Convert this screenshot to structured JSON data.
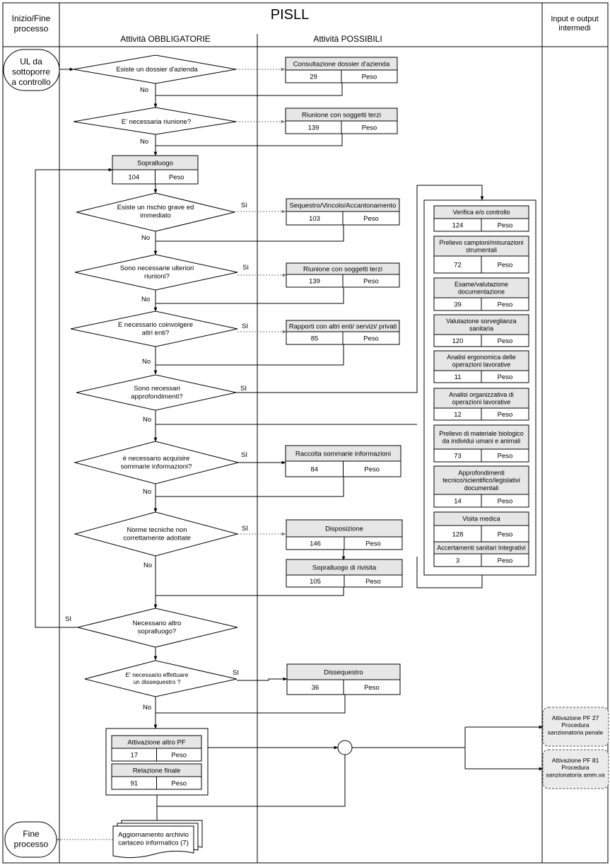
{
  "header": {
    "col_start": [
      "Inizio/Fine",
      "processo"
    ],
    "title": "PISLL",
    "col_mandatory": "Attività OBBLIGATORIE",
    "col_possible": "Attività POSSIBILI",
    "col_io": [
      "Input e output",
      "intermedi"
    ]
  },
  "terminals": {
    "start": [
      "UL da",
      "sottoporre",
      "a controllo"
    ],
    "end": [
      "Fine",
      "processo"
    ]
  },
  "decisions": {
    "d1": [
      "Esiste un dossier d'azienda"
    ],
    "d2": [
      "E' necessaria riunione?"
    ],
    "d3": [
      "Esiste un rischio grave ed",
      "immediato"
    ],
    "d4": [
      "Sono necessarie ulteriori",
      "riunioni?"
    ],
    "d5": [
      "E necessario coinvolgere",
      "altri enti?"
    ],
    "d6": [
      "Sono necessari",
      "approfondimenti?"
    ],
    "d7": [
      "è necessario acquisire",
      "sommarie informazioni?"
    ],
    "d8": [
      "Norme tecniche non",
      "correttamente adottate"
    ],
    "d9": [
      "Necessario altro",
      "sopralluogo?"
    ],
    "d10": [
      "E' necessario  effettuare",
      "un dissequestro ?"
    ]
  },
  "boxes": {
    "b1": {
      "title": [
        "Consultazione dossier d'azienda"
      ],
      "num": "29",
      "peso": "Peso"
    },
    "b2": {
      "title": [
        "Riunione con soggetti terzi"
      ],
      "num": "139",
      "peso": "Peso"
    },
    "b3": {
      "title": [
        "Sopralluogo"
      ],
      "num": "104",
      "peso": "Peso"
    },
    "b4": {
      "title": [
        "Sequestro/Vincolo/Accantonamento"
      ],
      "num": "103",
      "peso": "Peso"
    },
    "b5": {
      "title": [
        "Riunione con soggetti terzi"
      ],
      "num": "139",
      "peso": "Peso"
    },
    "b6": {
      "title": [
        "Rapporti con altri enti/ servizi/ privati"
      ],
      "num": "85",
      "peso": "Peso"
    },
    "b7": {
      "title": [
        "Raccolta sommarie informazioni"
      ],
      "num": "84",
      "peso": "Peso"
    },
    "b8": {
      "title": [
        "Disposizione"
      ],
      "num": "146",
      "peso": "Peso"
    },
    "b9": {
      "title": [
        "Sopralluogo di rivisita"
      ],
      "num": "105",
      "peso": "Peso"
    },
    "b10": {
      "title": [
        "Dissequestro"
      ],
      "num": "36",
      "peso": "Peso"
    },
    "b11": {
      "title": [
        "Attivazione altro PF"
      ],
      "num": "17",
      "peso": "Peso"
    },
    "b12": {
      "title": [
        "Relazione finale"
      ],
      "num": "91",
      "peso": "Peso"
    },
    "g1": {
      "title": [
        "Verifica e/o controllo"
      ],
      "num": "124",
      "peso": "Peso"
    },
    "g2": {
      "title": [
        "Prelievo campioni/misurazioni",
        "strumentali"
      ],
      "num": "72",
      "peso": "Peso"
    },
    "g3": {
      "title": [
        "Esame/valutazione",
        "documentazione"
      ],
      "num": "39",
      "peso": "Peso"
    },
    "g4": {
      "title": [
        "Valutazione sorveglianza",
        "sanitaria"
      ],
      "num": "120",
      "peso": "Peso"
    },
    "g5": {
      "title": [
        "Analisi ergonomica delle",
        "operazioni lavorative"
      ],
      "num": "11",
      "peso": "Peso"
    },
    "g6": {
      "title": [
        "Analisi organizzativa di",
        "operazioni lavorative"
      ],
      "num": "12",
      "peso": "Peso"
    },
    "g7": {
      "title": [
        "Prelievo di materiale biologico",
        "da individui umani e animali"
      ],
      "num": "73",
      "peso": "Peso"
    },
    "g8": {
      "title": [
        "Approfondimenti",
        "tecnico/scientifico/legislativi",
        "documentali"
      ],
      "num": "14",
      "peso": "Peso"
    },
    "g9": {
      "title": [
        "Visita medica"
      ],
      "num": "128",
      "peso": "Peso"
    },
    "g10": {
      "title": [
        "Accertamenti  sanitari  Integrativi"
      ],
      "num": "3",
      "peso": "Peso"
    }
  },
  "outputs": {
    "o1": [
      "Attivazione  PF 27",
      "Procedura",
      "sanzionatoria  penale"
    ],
    "o2": [
      "Attivazione  PF 81",
      "Procedura",
      "sanzionatoria  amm.va"
    ]
  },
  "document": [
    "Aggiornamento archivio",
    "cartaceo informatico (7)"
  ],
  "labels": {
    "no": "No",
    "si": "SI",
    "si_accent": "Sì"
  }
}
